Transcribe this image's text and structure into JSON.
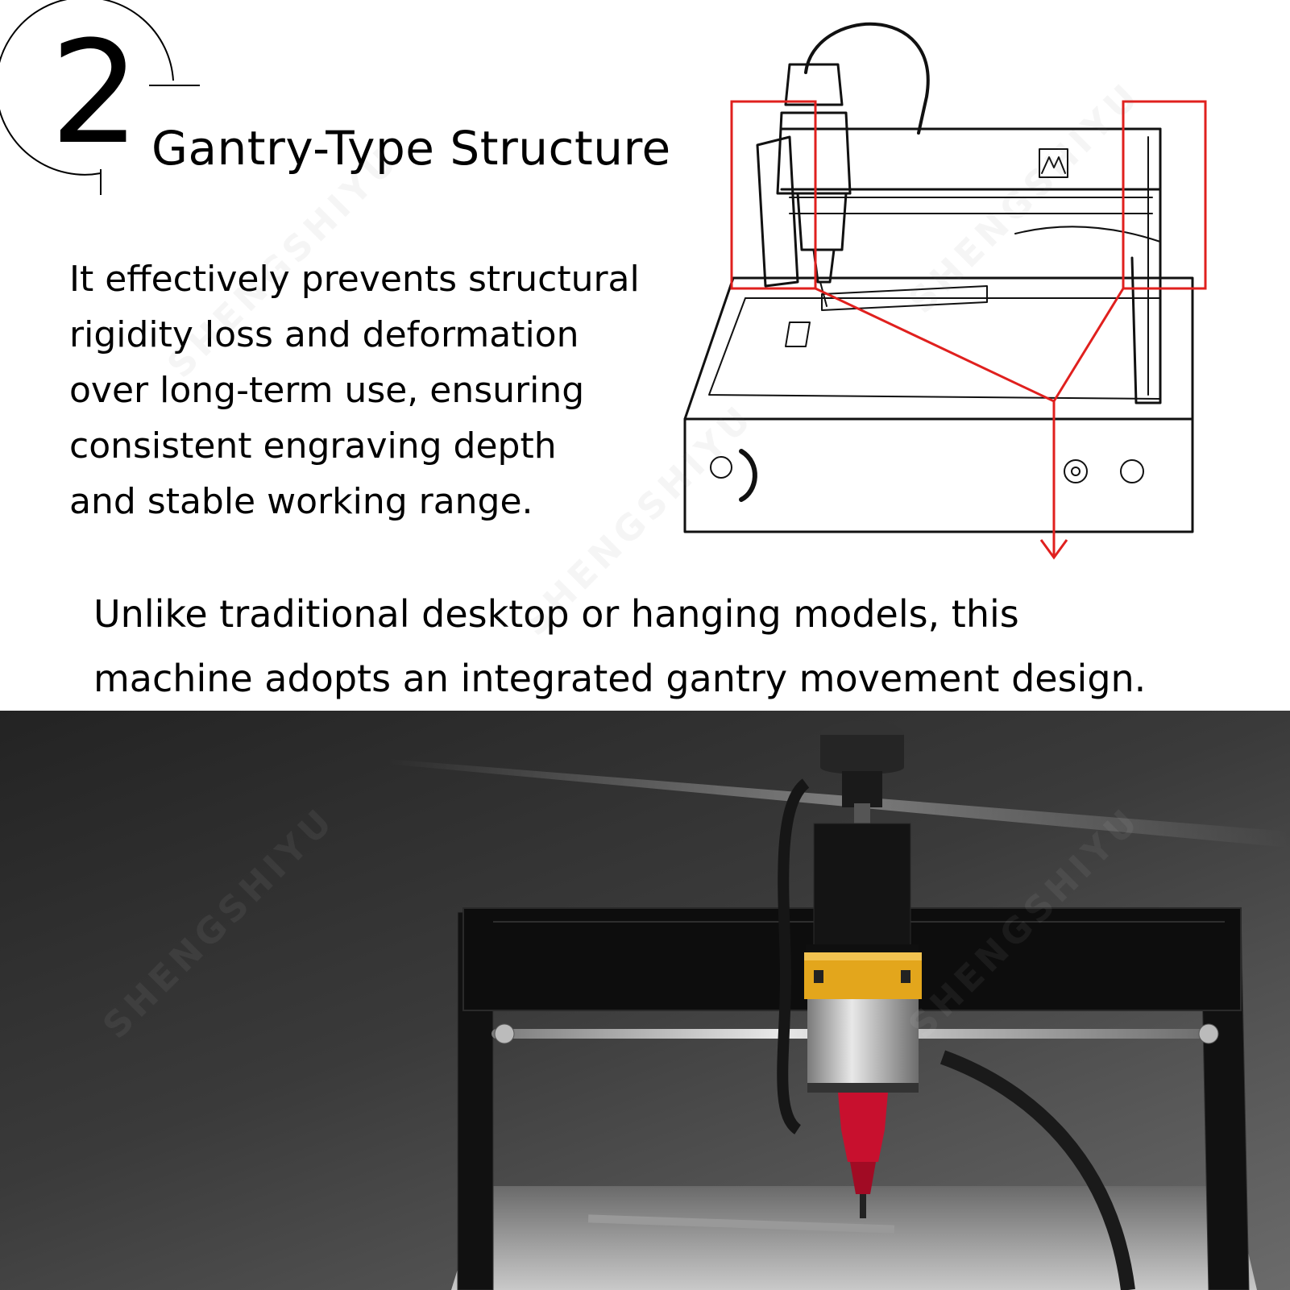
{
  "section": {
    "number": "2",
    "title": "Gantry-Type Structure"
  },
  "description_lines": [
    "It effectively prevents structural",
    "rigidity loss and deformation",
    "over long-term use, ensuring",
    "consistent engraving depth",
    "and stable working range."
  ],
  "caption_lines": [
    "Unlike traditional desktop or hanging models, this",
    "machine adopts an integrated gantry movement design."
  ],
  "watermark": "SHENGSHIYU",
  "colors": {
    "highlight": "#e0201e",
    "spindle_band": "#e3a61c",
    "collet": "#c8102e",
    "frame": "#111111"
  }
}
